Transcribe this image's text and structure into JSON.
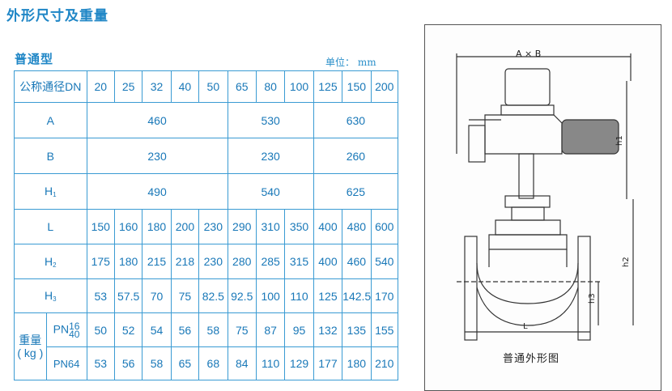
{
  "title": "外形尺寸及重量",
  "subtitle": "普通型",
  "unit": "单位： mm",
  "table": {
    "header_label": "公称通径DN",
    "dn": [
      "20",
      "25",
      "32",
      "40",
      "50",
      "65",
      "80",
      "100",
      "125",
      "150",
      "200"
    ],
    "row_a": {
      "label": "A",
      "groups": [
        "460",
        "530",
        "630"
      ]
    },
    "row_b": {
      "label": "B",
      "groups": [
        "230",
        "230",
        "260"
      ]
    },
    "row_h1": {
      "label": "H",
      "sub": "1",
      "groups": [
        "490",
        "540",
        "625"
      ]
    },
    "row_l": {
      "label": "L",
      "values": [
        "150",
        "160",
        "180",
        "200",
        "230",
        "290",
        "310",
        "350",
        "400",
        "480",
        "600"
      ]
    },
    "row_h2": {
      "label": "H",
      "sub": "2",
      "values": [
        "175",
        "180",
        "215",
        "218",
        "230",
        "280",
        "285",
        "315",
        "400",
        "460",
        "540"
      ]
    },
    "row_h3": {
      "label": "H",
      "sub": "3",
      "values": [
        "53",
        "57.5",
        "70",
        "75",
        "82.5",
        "92.5",
        "100",
        "110",
        "125",
        "142.5",
        "170"
      ]
    },
    "weight_label": "重量",
    "weight_unit": "( kg )",
    "row_pn1640": {
      "label": "PN",
      "top": "16",
      "bottom": "40",
      "values": [
        "50",
        "52",
        "54",
        "56",
        "58",
        "75",
        "87",
        "95",
        "132",
        "135",
        "155"
      ]
    },
    "row_pn64": {
      "label": "PN64",
      "values": [
        "53",
        "56",
        "58",
        "65",
        "68",
        "84",
        "110",
        "129",
        "177",
        "180",
        "210"
      ]
    }
  },
  "diagram": {
    "dim_top": "A × B",
    "h1": "h1",
    "h2": "h2",
    "h3": "h3",
    "l": "L",
    "caption": "普通外形图"
  }
}
